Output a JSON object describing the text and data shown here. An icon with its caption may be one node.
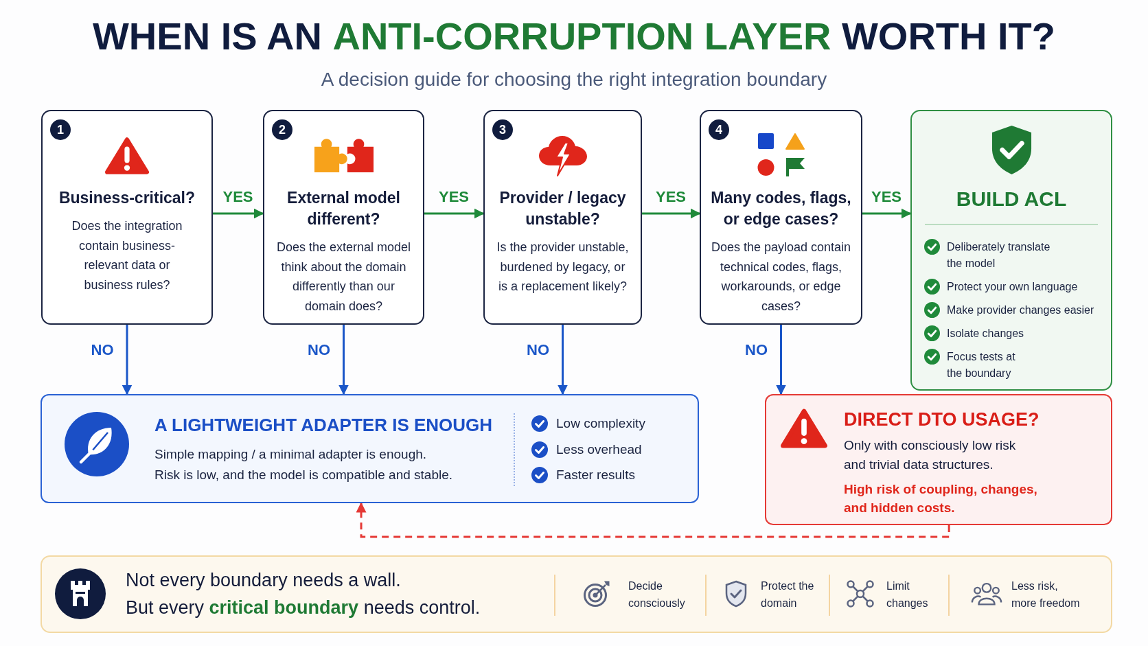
{
  "diagram": {
    "title": "WHEN IS AN **ANTI-CORRUPTION LAYER** WORTH IT?",
    "nodes": [
      {
        "text": [
          "1",
          "Business-critical?",
          "Does the integration contain business-relevant data or business rules?"
        ]
      },
      {
        "text": [
          "2",
          "External model different?",
          "Does the external model think about the domain differently than our domain does?"
        ]
      },
      {
        "text": [
          "3",
          "Provider / legacy unstable?",
          "Is the provider unstable, burdened by legacy, or is a replacement likely?"
        ]
      },
      {
        "text": [
          "4",
          "Many codes, flags, or edge cases?",
          "Does the payload contain technical codes, flags, workarounds, or edge cases?"
        ]
      },
      {
        "text": [
          "BUILD ACL",
          "Deliberately translate the model",
          "Protect your own language",
          "Make provider changes easier",
          "Isolate changes",
          "Focus tests at the boundary"
        ]
      },
      {
        "text": [
          "A LIGHTWEIGHT ADAPTER IS ENOUGH",
          "Simple mapping / a minimal adapter is enough.",
          "Risk is low, and the model is compatible and stable.",
          "Low complexity",
          "Less overhead",
          "Faster results"
        ]
      },
      {
        "text": [
          "DIRECT DTO USAGE?",
          "Only with consciously low risk and trivial data structures.",
          "High risk of coupling, changes, and hidden costs."
        ]
      },
      {
        "text": [
          "Not every boundary needs a wall.",
          "But every **critical boundary** needs control.",
          "Decide consciously",
          "Protect the domain",
          "Limit changes",
          "Less risk, more freedom"
        ]
      }
    ],
    "edges": [
      {
        "from": 0,
        "to": 1,
        "arrow": "to",
        "label": "YES",
        "color": "#1f8a3a"
      },
      {
        "from": 1,
        "to": 2,
        "arrow": "to",
        "label": "YES",
        "color": "#1f8a3a"
      },
      {
        "from": 2,
        "to": 3,
        "arrow": "to",
        "label": "YES",
        "color": "#1f8a3a"
      },
      {
        "from": 3,
        "to": 4,
        "arrow": "to",
        "label": "YES",
        "color": "#1f8a3a"
      },
      {
        "from": 0,
        "to": 5,
        "arrow": "to",
        "label": "NO",
        "color": "#1a56c8"
      },
      {
        "from": 1,
        "to": 5,
        "arrow": "to",
        "label": "NO",
        "color": "#1a56c8"
      },
      {
        "from": 2,
        "to": 5,
        "arrow": "to",
        "label": "NO",
        "color": "#1a56c8"
      },
      {
        "from": 3,
        "to": 6,
        "arrow": "to",
        "label": "NO",
        "color": "#1a56c8"
      },
      {
        "from": 6,
        "to": 5,
        "arrow": "to",
        "style": "dashed",
        "color": "#e53935"
      }
    ],
    "labels": [
      "A decision guide for choosing the right integration boundary"
    ]
  }
}
